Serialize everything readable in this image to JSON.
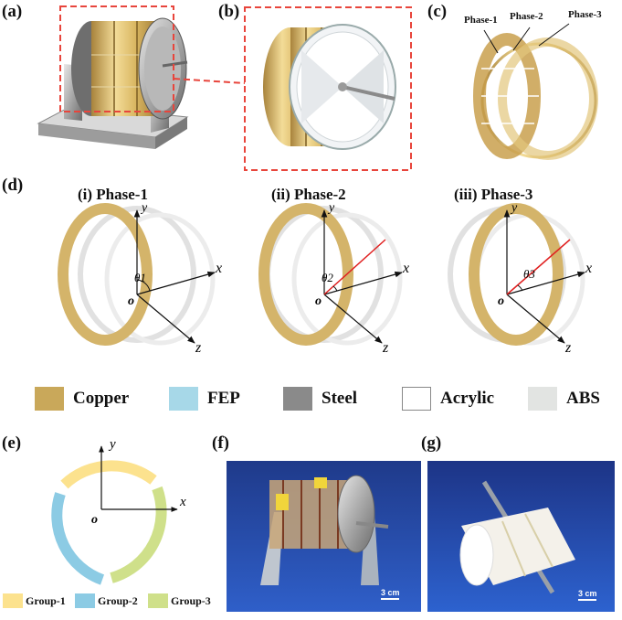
{
  "panels": {
    "a": "(a)",
    "b": "(b)",
    "c": "(c)",
    "d": "(d)",
    "e": "(e)",
    "f": "(f)",
    "g": "(g)"
  },
  "panel_c": {
    "phase_labels": [
      "Phase-1",
      "Phase-2",
      "Phase-3"
    ]
  },
  "panel_d": {
    "subpanels": [
      {
        "title": "(i)  Phase-1",
        "angle": "θ1"
      },
      {
        "title": "(ii)  Phase-2",
        "angle": "θ2"
      },
      {
        "title": "(iii)  Phase-3",
        "angle": "θ3"
      }
    ],
    "axes": {
      "x": "x",
      "y": "y",
      "z": "z",
      "origin": "o"
    }
  },
  "legend": [
    {
      "label": "Copper",
      "color": "#c9a85a"
    },
    {
      "label": "FEP",
      "color": "#a7d8e8"
    },
    {
      "label": "Steel",
      "color": "#8a8a8a"
    },
    {
      "label": "Acrylic",
      "color": "#ffffff"
    },
    {
      "label": "ABS",
      "color": "#e2e4e2"
    }
  ],
  "panel_e": {
    "axes": {
      "x": "x",
      "y": "y",
      "origin": "o"
    },
    "groups": [
      {
        "label": "Group-1",
        "color": "#fce28e"
      },
      {
        "label": "Group-2",
        "color": "#8ccbe4"
      },
      {
        "label": "Group-3",
        "color": "#cfe08a"
      }
    ]
  },
  "photos": {
    "f_scale": "3 cm",
    "g_scale": "3 cm"
  },
  "colors": {
    "highlight": "#e8453c",
    "angle_line": "#e02020",
    "copper": "#d4b46a"
  }
}
